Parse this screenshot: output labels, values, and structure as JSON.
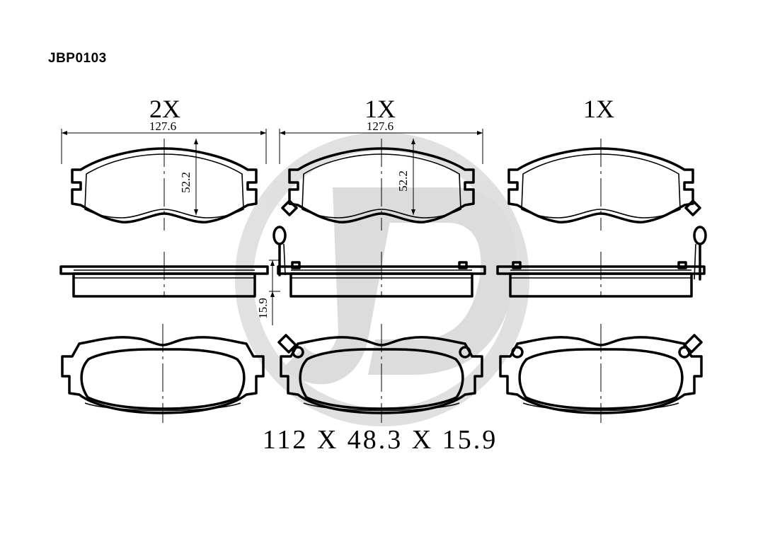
{
  "part_code": "JBP0103",
  "quantities": [
    "2X",
    "1X",
    "1X"
  ],
  "dimensions": {
    "width_1": "127.6",
    "height_1": "52.2",
    "width_2": "127.6",
    "height_2": "52.2",
    "thickness": "15.9"
  },
  "total_size": "112 X 48.3 X 15.9",
  "watermark": "JD"
}
